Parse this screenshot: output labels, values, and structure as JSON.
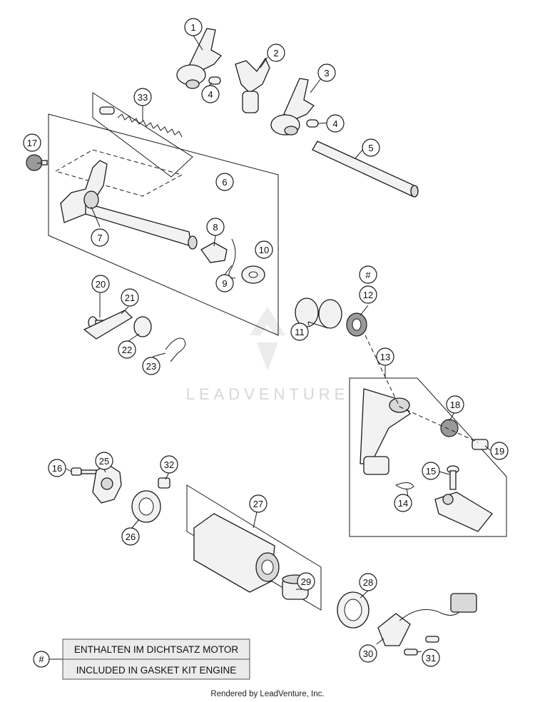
{
  "callouts": [
    {
      "key": "p1",
      "label": "1"
    },
    {
      "key": "p2",
      "label": "2"
    },
    {
      "key": "p3",
      "label": "3"
    },
    {
      "key": "p4a",
      "label": "4"
    },
    {
      "key": "p4b",
      "label": "4"
    },
    {
      "key": "p5",
      "label": "5"
    },
    {
      "key": "p6",
      "label": "6"
    },
    {
      "key": "p7",
      "label": "7"
    },
    {
      "key": "p8",
      "label": "8"
    },
    {
      "key": "p9",
      "label": "9"
    },
    {
      "key": "p10",
      "label": "10"
    },
    {
      "key": "p11",
      "label": "11"
    },
    {
      "key": "p12hash",
      "label": "#"
    },
    {
      "key": "p12",
      "label": "12"
    },
    {
      "key": "p13",
      "label": "13"
    },
    {
      "key": "p14",
      "label": "14"
    },
    {
      "key": "p15",
      "label": "15"
    },
    {
      "key": "p16",
      "label": "16"
    },
    {
      "key": "p17",
      "label": "17"
    },
    {
      "key": "p18",
      "label": "18"
    },
    {
      "key": "p19",
      "label": "19"
    },
    {
      "key": "p20",
      "label": "20"
    },
    {
      "key": "p21",
      "label": "21"
    },
    {
      "key": "p22",
      "label": "22"
    },
    {
      "key": "p23",
      "label": "23"
    },
    {
      "key": "p25",
      "label": "25"
    },
    {
      "key": "p26",
      "label": "26"
    },
    {
      "key": "p27",
      "label": "27"
    },
    {
      "key": "p28",
      "label": "28"
    },
    {
      "key": "p29",
      "label": "29"
    },
    {
      "key": "p30",
      "label": "30"
    },
    {
      "key": "p31",
      "label": "31"
    },
    {
      "key": "p32",
      "label": "32"
    },
    {
      "key": "p33",
      "label": "33"
    }
  ],
  "legend": {
    "symbol": "#",
    "line1": "ENTHALTEN IM DICHTSATZ MOTOR",
    "line2": "INCLUDED IN GASKET KIT ENGINE"
  },
  "watermark": {
    "text": "LEADVENTURE"
  },
  "footer": {
    "text": "Rendered by LeadVenture, Inc."
  }
}
